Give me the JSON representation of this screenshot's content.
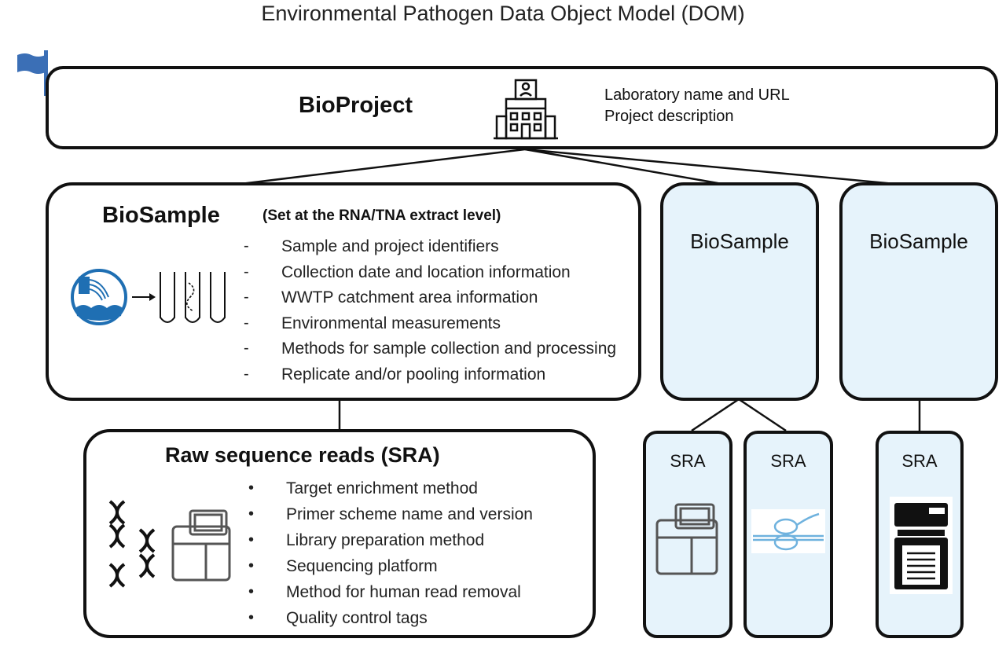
{
  "title": "Environmental Pathogen Data Object Model (DOM)",
  "bioproject": {
    "label": "BioProject",
    "details": [
      "Laboratory name and URL",
      "Project description"
    ],
    "icon": "building-icon"
  },
  "biosample_main": {
    "label": "BioSample",
    "note": "(Set at the RNA/TNA extract level)",
    "bullet": "-",
    "items": [
      "Sample and project identifiers",
      "Collection date and location information",
      "WWTP catchment area information",
      "Environmental measurements",
      "Methods for sample collection and processing",
      "Replicate and/or pooling information"
    ],
    "icon": "wastewater-to-tubes-icon"
  },
  "biosamples_other": [
    "BioSample",
    "BioSample"
  ],
  "sra_main": {
    "label": "Raw sequence reads (SRA)",
    "bullet": "•",
    "items": [
      "Target enrichment method",
      "Primer scheme name and version",
      "Library preparation method",
      "Sequencing platform",
      "Method for human read removal",
      "Quality control tags"
    ],
    "icon": "dna-sequencer-icon"
  },
  "sra_boxes": [
    "SRA",
    "SRA",
    "SRA"
  ],
  "colors": {
    "stroke": "#111111",
    "light_blue": "#e6f3fb",
    "icon_blue": "#1f6fb3",
    "flag_blue": "#3b6fb6"
  }
}
